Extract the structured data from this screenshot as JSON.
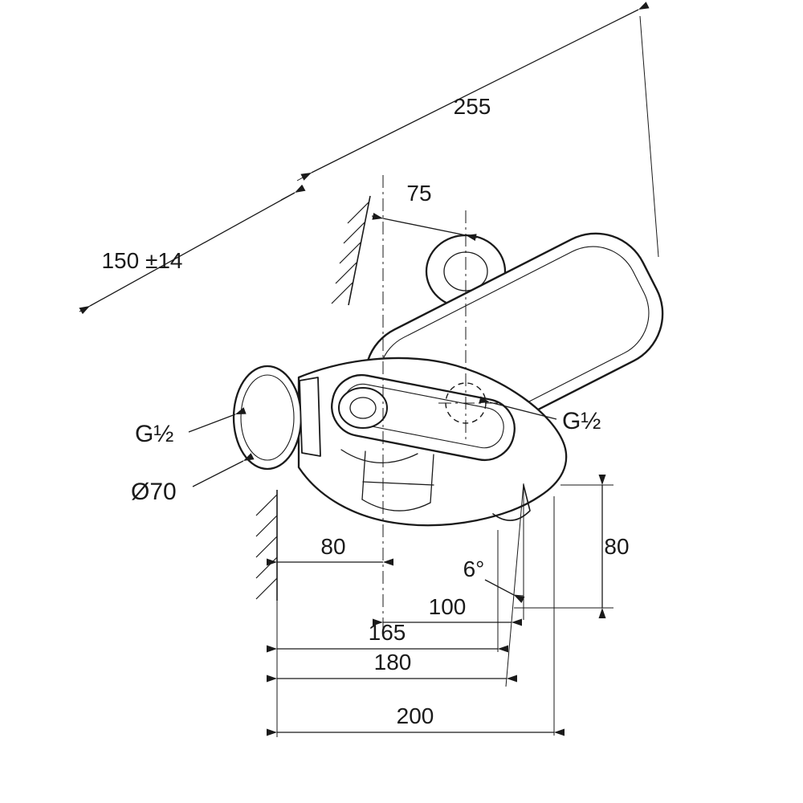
{
  "drawing": {
    "colors": {
      "line": "#1a1a1a",
      "background": "#ffffff"
    },
    "labels": {
      "dim_255": "255",
      "dim_75": "75",
      "dim_150": "150 ±14",
      "thread_left": "G½",
      "thread_right": "G½",
      "diameter_70": "Ø70",
      "dim_80_right": "80",
      "angle_6": "6°",
      "dim_80_bottom": "80",
      "dim_100": "100",
      "dim_165": "165",
      "dim_180": "180",
      "dim_200": "200"
    }
  }
}
